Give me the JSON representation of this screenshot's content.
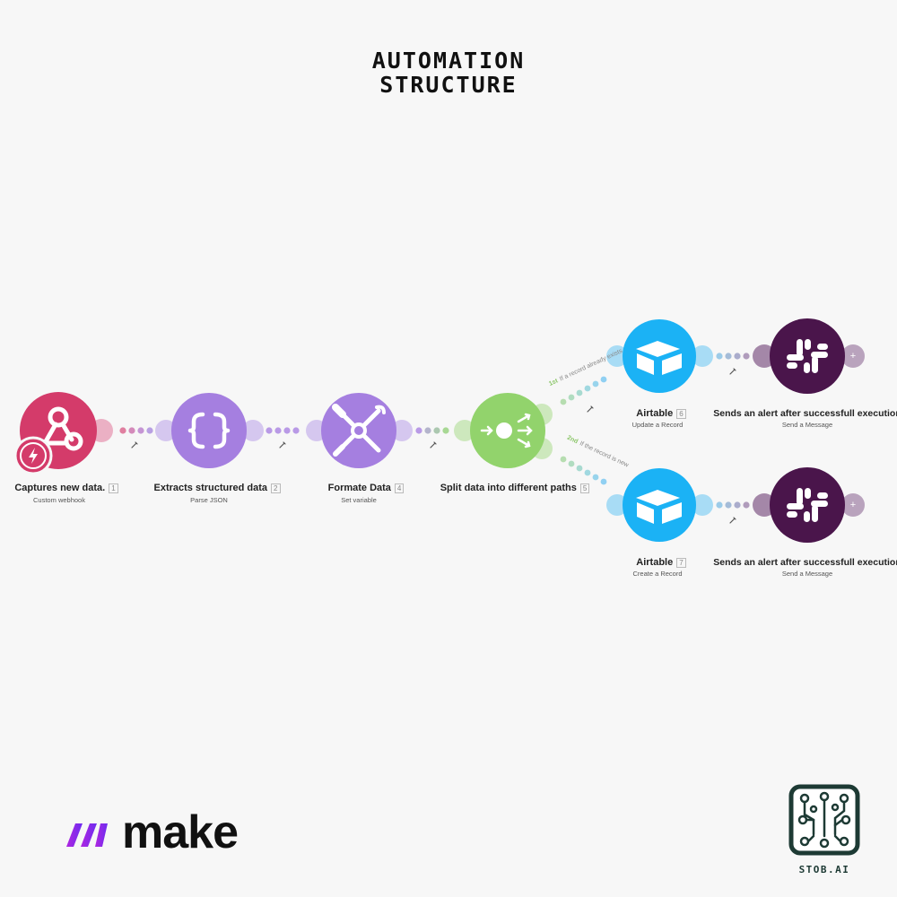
{
  "header": {
    "title_line1": "AUTOMATION",
    "title_line2": "STRUCTURE"
  },
  "colors": {
    "webhook": "#d43b6a",
    "json": "#a57fe0",
    "tools": "#a57fe0",
    "router": "#92d36c",
    "airtable": "#1bb2f5",
    "slack": "#4a154b"
  },
  "nodes": [
    {
      "id": "webhook",
      "label": "Captures new data.",
      "num": "1",
      "sub": "Custom webhook",
      "icon": "webhook-icon"
    },
    {
      "id": "json",
      "label": "Extracts structured data",
      "num": "2",
      "sub": "Parse JSON",
      "icon": "braces-icon"
    },
    {
      "id": "tools",
      "label": "Formate Data",
      "num": "4",
      "sub": "Set variable",
      "icon": "tools-icon"
    },
    {
      "id": "router",
      "label": "Split data into different paths",
      "num": "5",
      "sub": "",
      "icon": "router-icon"
    },
    {
      "id": "airtable-1",
      "label": "Airtable",
      "num": "6",
      "sub": "Update a Record",
      "icon": "airtable-icon"
    },
    {
      "id": "slack-1",
      "label": "Sends an alert after successfull execution",
      "num": "",
      "sub": "Send a Message",
      "icon": "slack-icon"
    },
    {
      "id": "airtable-2",
      "label": "Airtable",
      "num": "7",
      "sub": "Create a Record",
      "icon": "airtable-icon"
    },
    {
      "id": "slack-2",
      "label": "Sends an alert after successfull execution",
      "num": "",
      "sub": "Send a Message",
      "icon": "slack-icon"
    }
  ],
  "routes": [
    {
      "order": "1st",
      "desc": "If a record already exists"
    },
    {
      "order": "2nd",
      "desc": "If the record is new"
    }
  ],
  "logos": {
    "make": "make",
    "stob": "STOB.AI"
  }
}
